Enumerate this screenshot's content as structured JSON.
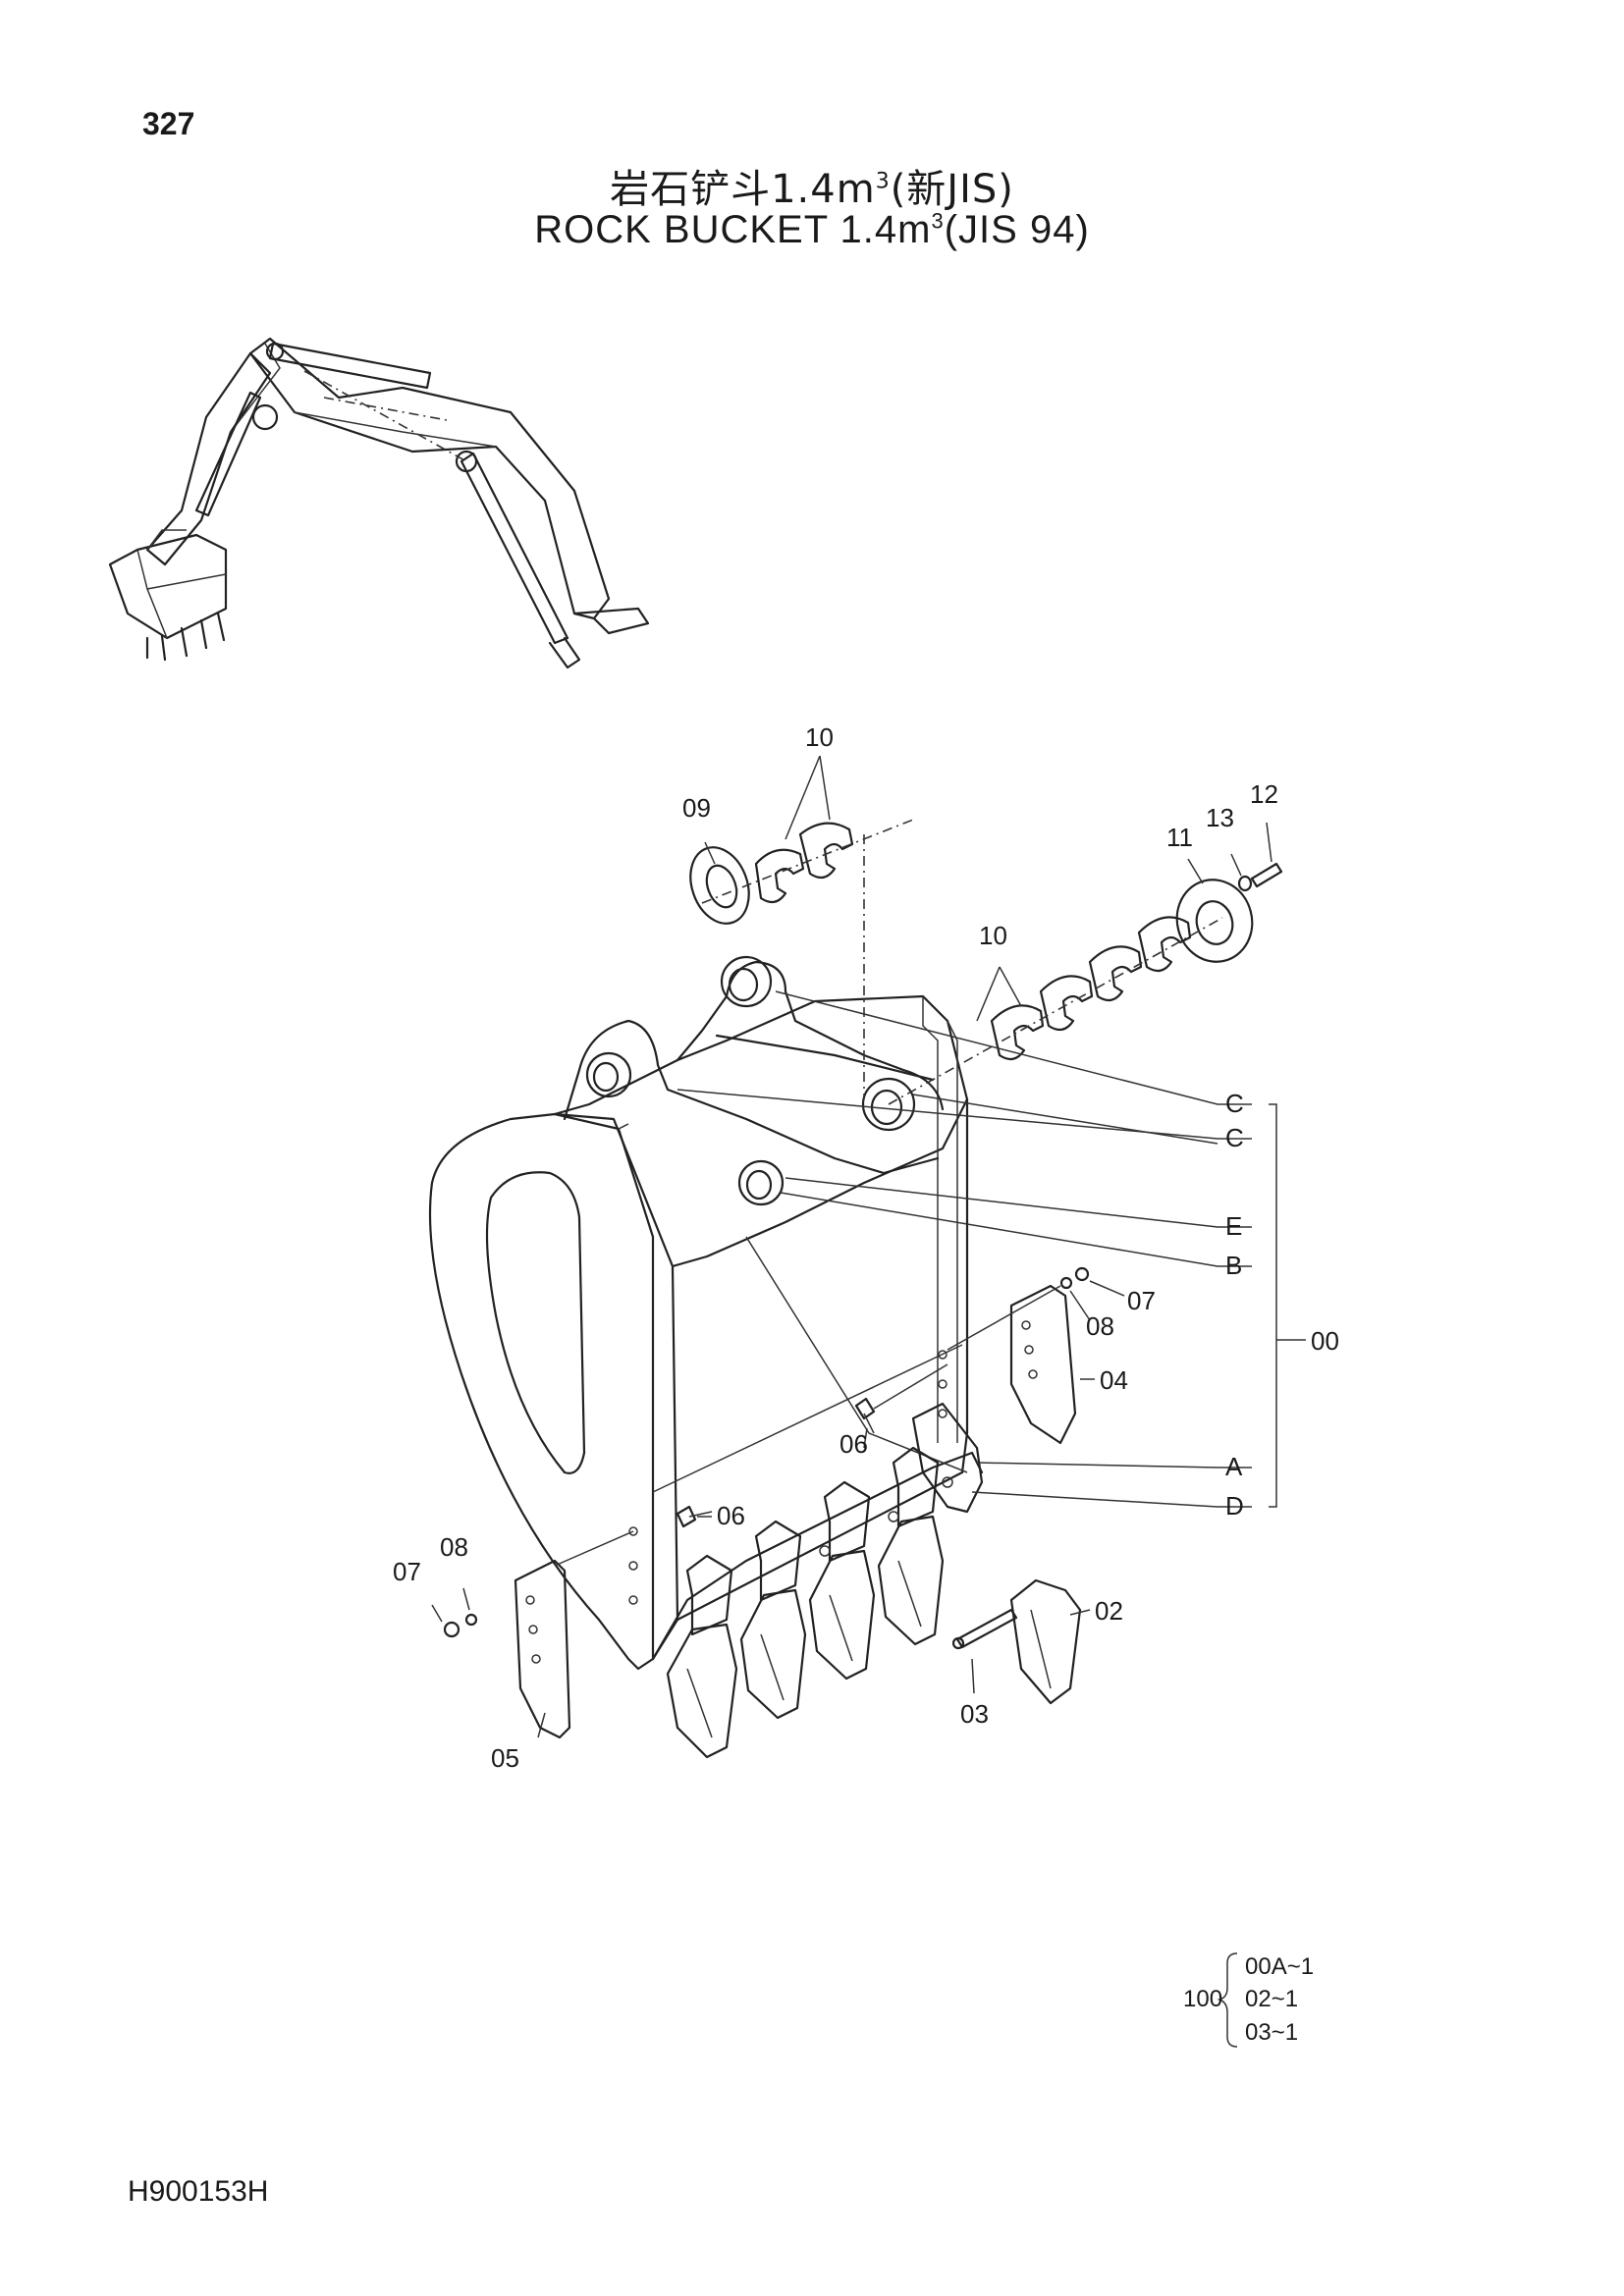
{
  "page_number": "327",
  "title_cn_main": "岩石铲斗1.4m",
  "title_cn_exp": "3",
  "title_cn_tail": "(新JIS)",
  "title_en_main": "ROCK  BUCKET  1.4m",
  "title_en_exp": "3",
  "title_en_tail": "(JIS 94)",
  "callouts": {
    "c00": "00",
    "c02": "02",
    "c03": "03",
    "c04": "04",
    "c05": "05",
    "c06a": "06",
    "c06b": "06",
    "c07a": "07",
    "c07b": "07",
    "c08a": "08",
    "c08b": "08",
    "c09": "09",
    "c10a": "10",
    "c10b": "10",
    "c11": "11",
    "c12": "12",
    "c13": "13"
  },
  "letters": {
    "C1": "C",
    "C2": "C",
    "E": "E",
    "B": "B",
    "A": "A",
    "D": "D"
  },
  "quantity_note": {
    "main": "100",
    "lines": [
      "00A~1",
      "02~1",
      "03~1"
    ]
  },
  "doc_code": "H900153H"
}
